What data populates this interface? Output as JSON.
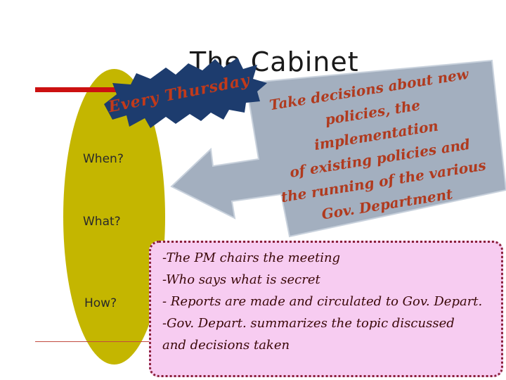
{
  "slide": {
    "title": "The Cabinet",
    "questions": {
      "when": "When?",
      "what": "What?",
      "how": "How?"
    },
    "burst_text": "Every Thursday",
    "arrow_lines": [
      "Take decisions about new",
      "policies, the implementation",
      "of existing policies and",
      "the running of the various",
      "Gov. Department"
    ],
    "box_lines": [
      "-The PM chairs the meeting",
      "-Who says what is secret",
      "- Reports are made and circulated to Gov. Depart.",
      "-Gov. Depart. summarizes the topic discussed",
      "and decisions taken"
    ]
  },
  "colors": {
    "oval": "#c4b600",
    "burst": "#1d3c6e",
    "burst_text": "#c23a1a",
    "arrow": "#a3afbf",
    "arrow_text": "#b03a1e",
    "box_fill": "#f7ccf1",
    "box_border": "#8a1f3a",
    "title_bar": "#cc1111"
  }
}
